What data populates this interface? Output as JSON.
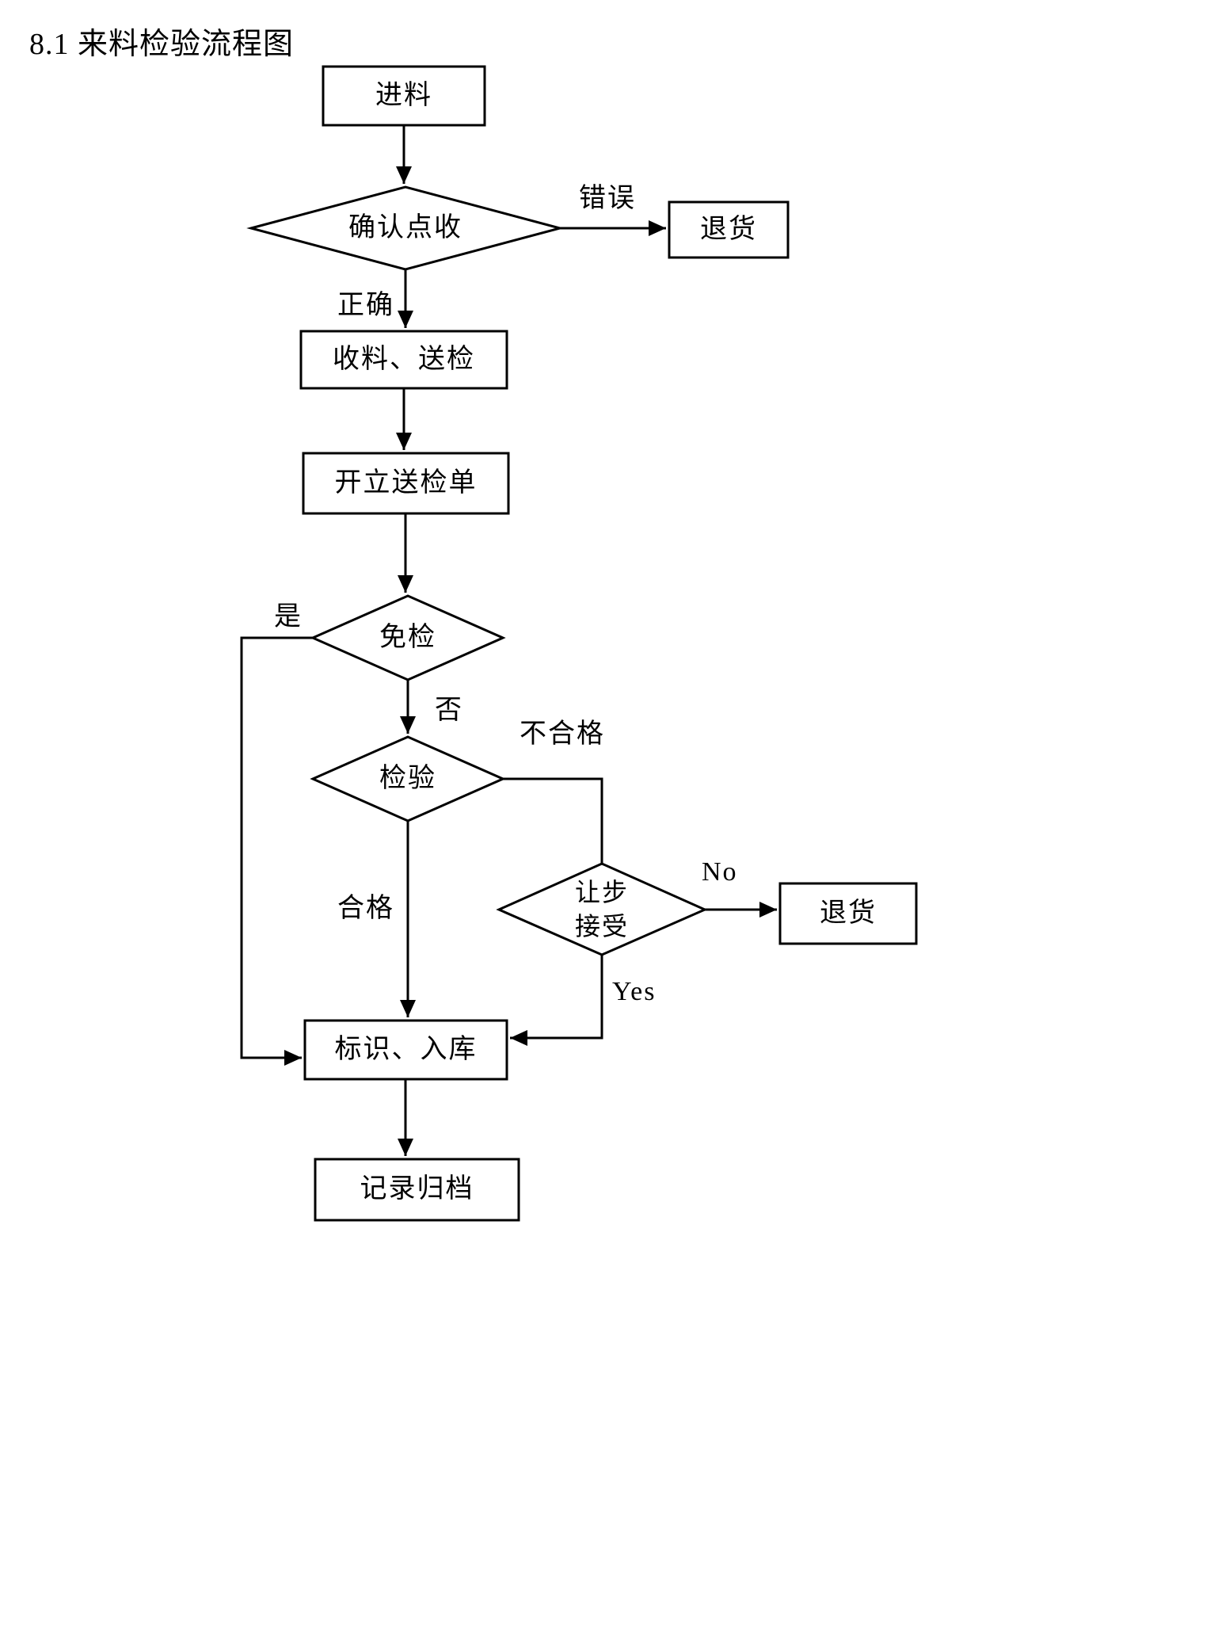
{
  "title": "8.1 来料检验流程图",
  "nodes": {
    "feed": "进料",
    "confirm": "确认点收",
    "return1": "退货",
    "receive": "收料、送检",
    "form": "开立送检单",
    "exempt": "免检",
    "inspect": "检验",
    "concession_line1": "让步",
    "concession_line2": "接受",
    "return2": "退货",
    "store": "标识、入库",
    "record": "记录归档"
  },
  "edge_labels": {
    "wrong": "错误",
    "correct": "正确",
    "yes_cn": "是",
    "no_cn": "否",
    "unqualified": "不合格",
    "qualified": "合格",
    "no_en": "No",
    "yes_en": "Yes"
  }
}
